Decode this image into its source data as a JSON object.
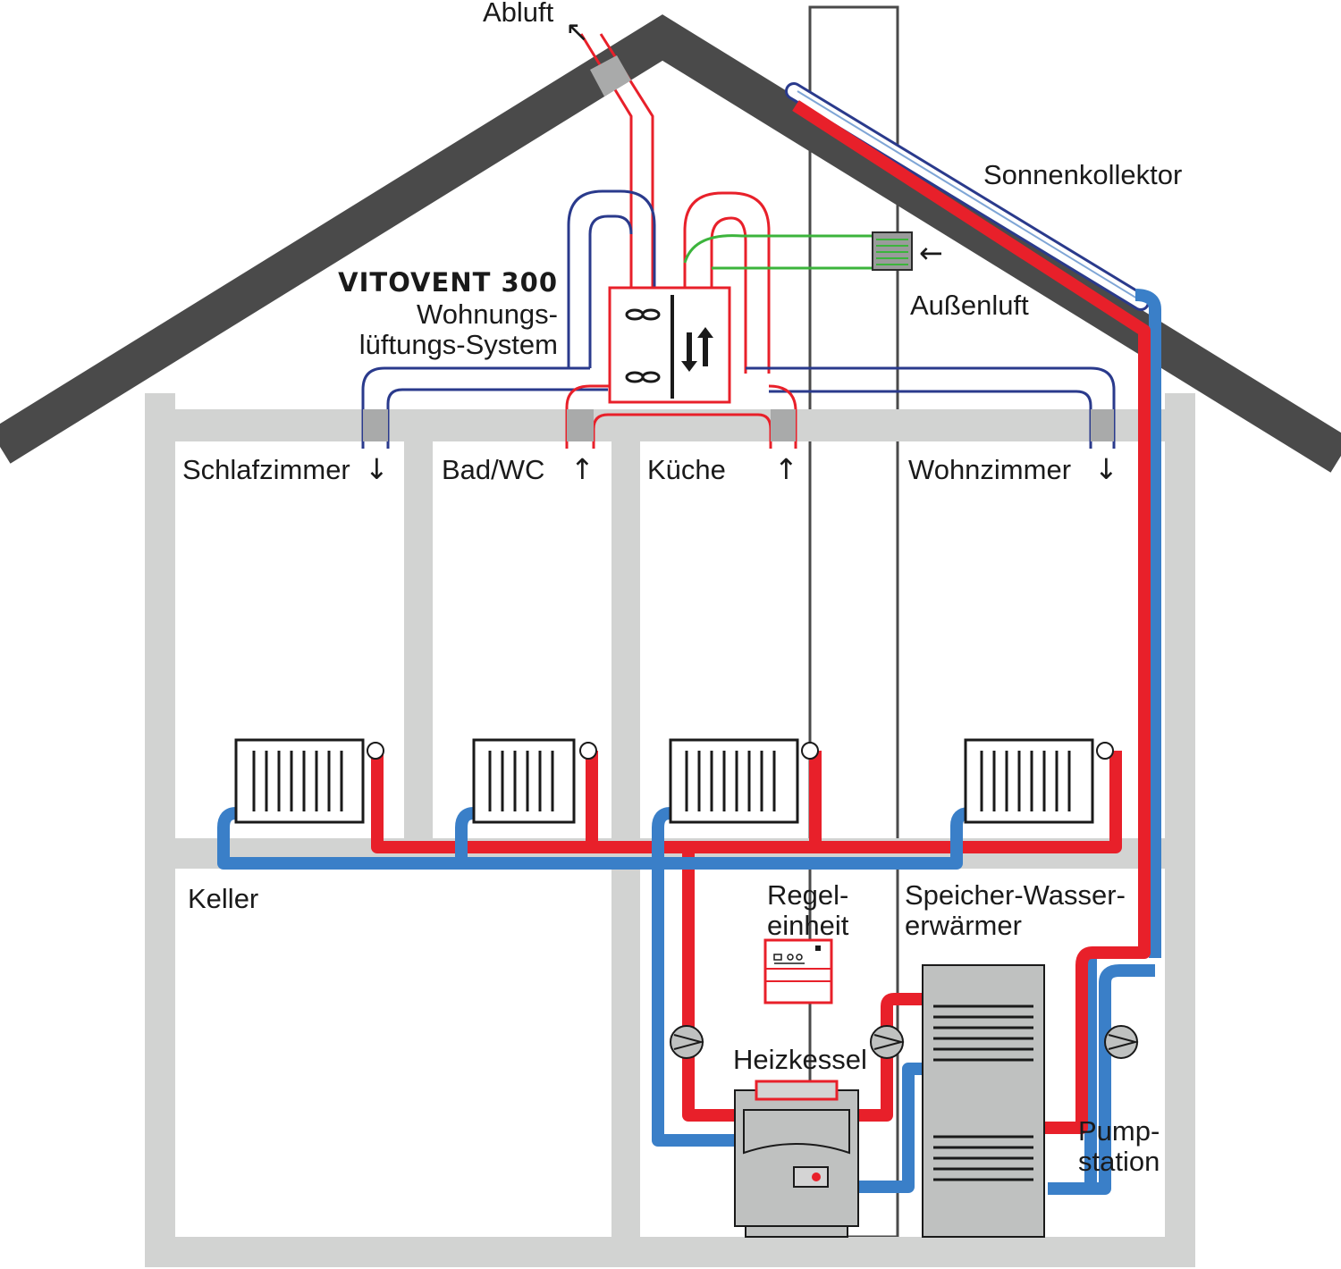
{
  "labels": {
    "abluft": "Abluft",
    "sonnenkollektor": "Sonnenkollektor",
    "vitovent": "VITOVENT 300",
    "wohnungs": "Wohnungs-",
    "lueftungs": "lüftungs-System",
    "aussenluft": "Außenluft",
    "schlafzimmer": "Schlafzimmer",
    "badwc": "Bad/WC",
    "kueche": "Küche",
    "wohnzimmer": "Wohnzimmer",
    "keller": "Keller",
    "regel": "Regel-",
    "einheit": "einheit",
    "speicher": "Speicher-Wasser-",
    "erwaermer": "erwärmer",
    "heizkessel": "Heizkessel",
    "pump": "Pump-",
    "station": "station"
  },
  "arrows": {
    "down": "↓",
    "up": "↑",
    "left": "←",
    "upleft": "↖"
  },
  "colors": {
    "roof": "#4a4a4a",
    "wall": "#d2d3d2",
    "hot": "#e8202a",
    "cold": "#3a7fc8",
    "exhaust": "#e8202a",
    "supply": "#2a3a8c",
    "fresh": "#3cb43c",
    "equipment": "#bfc1c0"
  }
}
